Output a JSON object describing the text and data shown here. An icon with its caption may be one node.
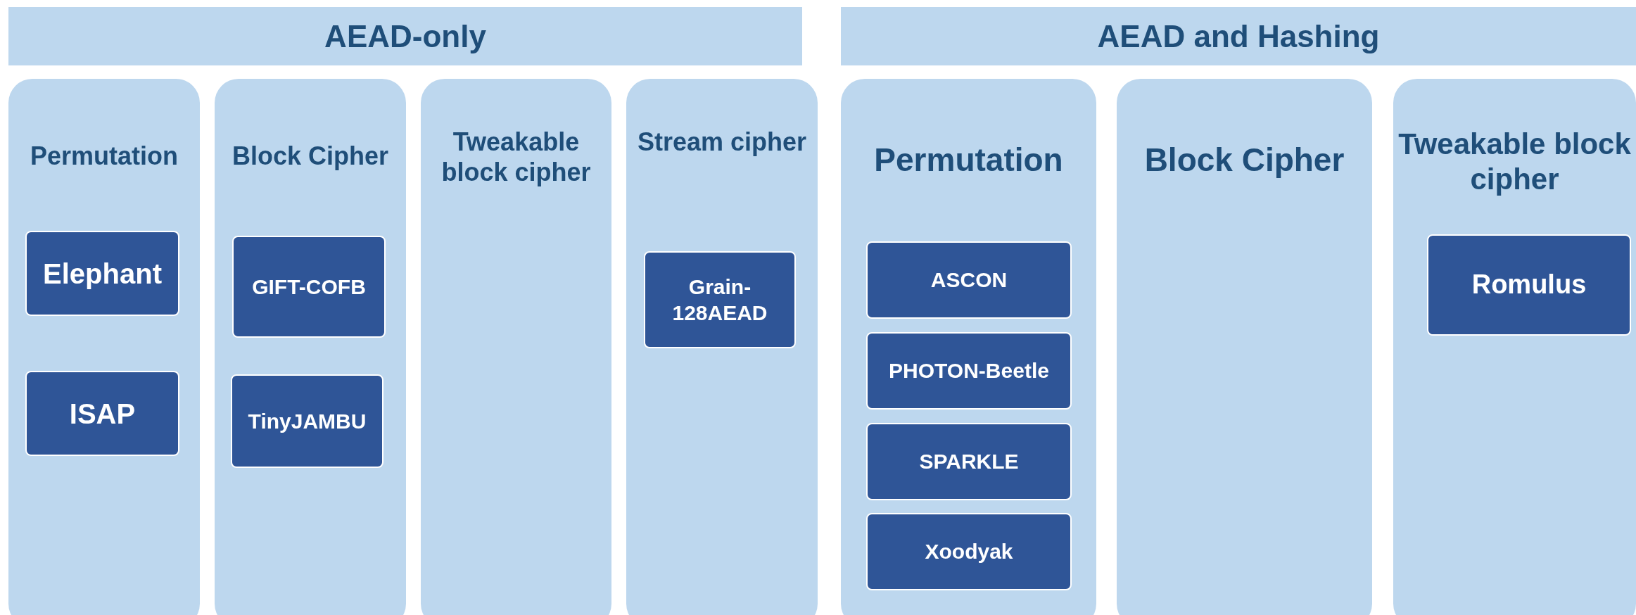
{
  "diagram": {
    "nodes": [
      {
        "text": [
          "AEAD-only"
        ]
      },
      {
        "text": [
          "Permutation"
        ]
      },
      {
        "text": [
          "Elephant"
        ],
        "in": 1
      },
      {
        "text": [
          "ISAP"
        ],
        "in": 1
      },
      {
        "text": [
          "Block Cipher"
        ]
      },
      {
        "text": [
          "GIFT-COFB"
        ],
        "in": 4
      },
      {
        "text": [
          "TinyJAMBU"
        ],
        "in": 4
      },
      {
        "text": [
          "Tweakable block cipher"
        ]
      },
      {
        "text": [
          "Stream cipher"
        ]
      },
      {
        "text": [
          "Grain-128AEAD"
        ],
        "in": 8
      },
      {
        "text": [
          "AEAD and Hashing"
        ]
      },
      {
        "text": [
          "Permutation"
        ]
      },
      {
        "text": [
          "ASCON"
        ],
        "in": 11
      },
      {
        "text": [
          "PHOTON-Beetle"
        ],
        "in": 11
      },
      {
        "text": [
          "SPARKLE"
        ],
        "in": 11
      },
      {
        "text": [
          "Xoodyak"
        ],
        "in": 11
      },
      {
        "text": [
          "Block Cipher"
        ]
      },
      {
        "text": [
          "Tweakable block cipher"
        ]
      },
      {
        "text": [
          "Romulus"
        ],
        "in": 17
      }
    ],
    "edges": []
  }
}
